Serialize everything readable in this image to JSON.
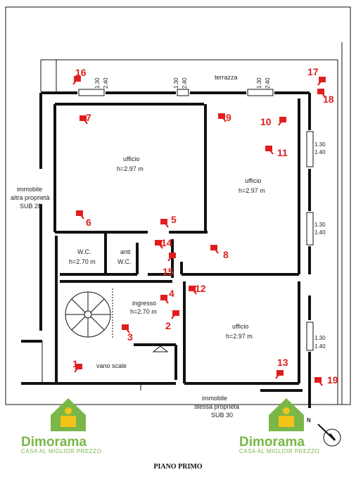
{
  "rooms": {
    "terrace": "terrazza",
    "office1": {
      "name": "ufficio",
      "height": "h=2.97 m"
    },
    "office2": {
      "name": "ufficio",
      "height": "h=2.97 m"
    },
    "office3": {
      "name": "ufficio",
      "height": "h=2.97 m"
    },
    "wc": {
      "name": "W.C.",
      "height": "h=2.70 m"
    },
    "anti_wc": {
      "line1": "anti",
      "line2": "W.C."
    },
    "entrance": {
      "name": "ingresso",
      "height": "h=2.70 m"
    },
    "stairs": "vano scale"
  },
  "neighbors": {
    "west": [
      "immobile",
      "altra proprietà",
      "SUB 28"
    ],
    "south": [
      "immobile",
      "stessa proprietà",
      "SUB 30"
    ]
  },
  "window_dims": {
    "top_a": [
      "1.30",
      "2.40"
    ],
    "top_b": [
      "1.30",
      "2.40"
    ],
    "top_c": [
      "1.30",
      "2.40"
    ],
    "right_a": [
      "1.30",
      "1.40"
    ],
    "right_b": [
      "1.30",
      "1.40"
    ],
    "right_c": [
      "1.30",
      "1.40"
    ]
  },
  "cameras": [
    "1",
    "2",
    "3",
    "4",
    "5",
    "6",
    "7",
    "8",
    "9",
    "10",
    "11",
    "12",
    "13",
    "14",
    "15",
    "16",
    "17",
    "18",
    "19"
  ],
  "compass": "N",
  "logo": {
    "name": "Dimorama",
    "tagline": "CASA AL MIGLIOR PREZZO"
  },
  "colors": {
    "camera": "#e01e1e",
    "logo": "#7ab648",
    "logo_accent": "#f2c418"
  },
  "footer": "PIANO PRIMO"
}
